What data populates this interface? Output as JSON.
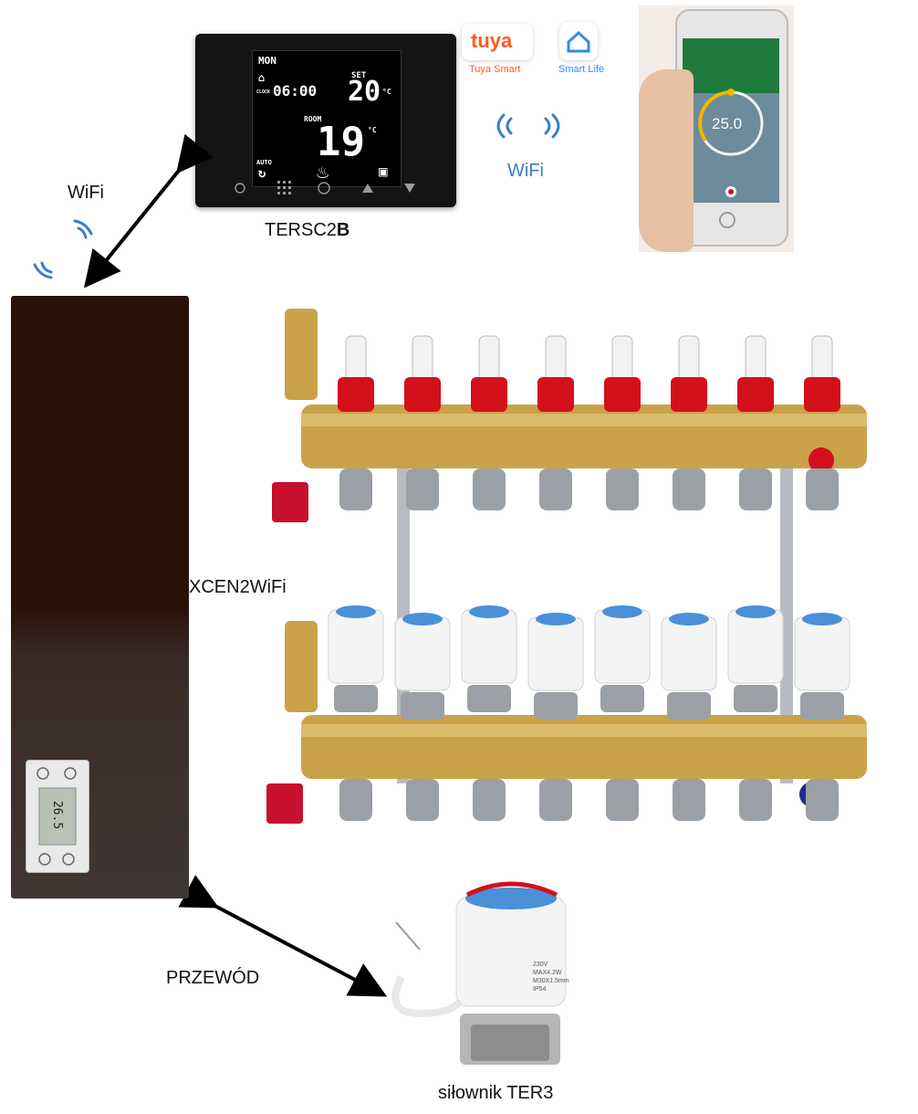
{
  "labels": {
    "wifi_left": "WiFi",
    "wifi_right": "WiFi",
    "thermostat_model_prefix": "TERSC2",
    "thermostat_model_suffix": "B",
    "controller_model": "XCEN2WiFi",
    "cable": "PRZEWÓD",
    "actuator": "siłownik TER3"
  },
  "thermostat_screen": {
    "day": "MON",
    "clock": "06:00",
    "clock_tag": "CLOCK",
    "set_label": "SET",
    "set_temp": "20",
    "unit": "°C",
    "room_label": "ROOM",
    "room_temp": "19",
    "mode_label": "AUTO"
  },
  "apps": {
    "tuya_logo_text": "tuya",
    "tuya_name": "Tuya Smart",
    "smartlife_name": "Smart Life"
  },
  "phone_screen": {
    "temperature": "25.0"
  },
  "controller_display": {
    "temperature": "26.5"
  },
  "actuator_print": [
    "230V",
    "MAX4.2W",
    "M30X1.5mm",
    "IP54"
  ],
  "colors": {
    "supply_cap": "#d4101d",
    "return_cap": "#1e2a8a",
    "brass": "#c9a24a",
    "actuator_top": "#4a90d9",
    "wifi_blue": "#3a7dc9",
    "tuya_orange": "#ff5a1f",
    "smartlife_blue": "#2d8cf0"
  }
}
